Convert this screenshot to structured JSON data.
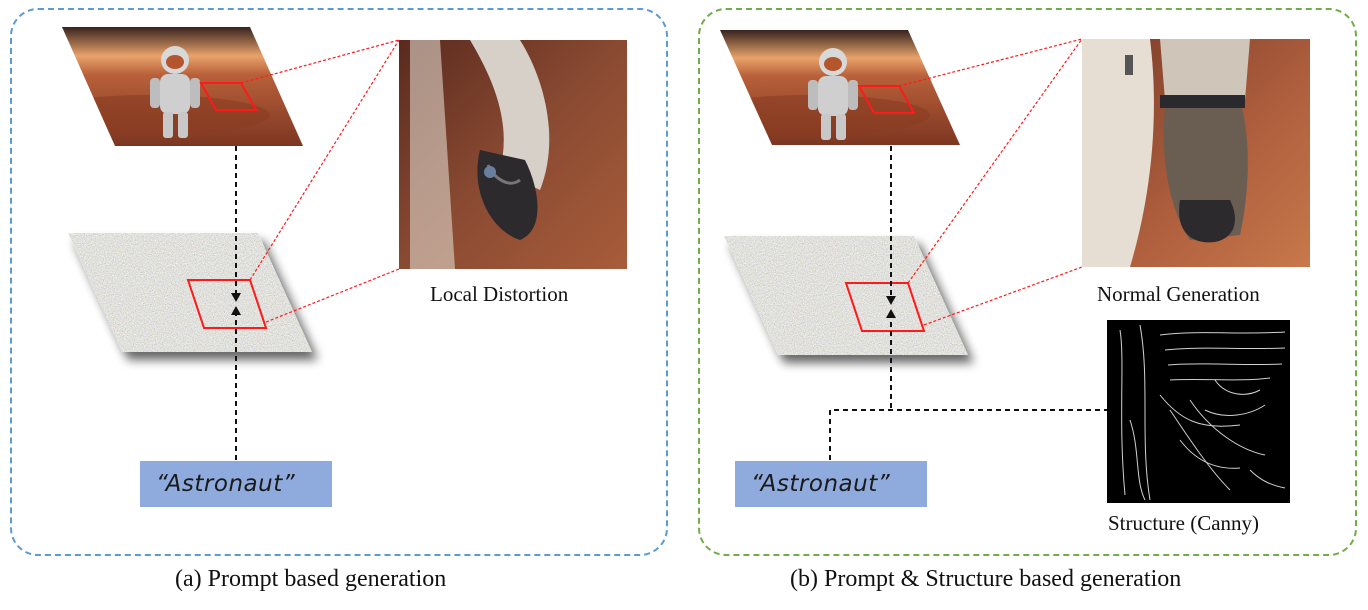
{
  "panels": {
    "a": {
      "caption": "(a) Prompt based generation",
      "zoom_label": "Local Distortion",
      "prompt": "“Astronaut”",
      "border_color": "#5b9bd5"
    },
    "b": {
      "caption": "(b) Prompt & Structure based generation",
      "zoom_label": "Normal Generation",
      "structure_label": "Structure (Canny)",
      "prompt": "“Astronaut”",
      "border_color": "#70ad47"
    }
  },
  "colors": {
    "highlight": "#ff1a1a",
    "prompt_bg": "#8faadc",
    "mars_sky": "#e9a36a",
    "mars_ground": "#9b4a2b"
  }
}
